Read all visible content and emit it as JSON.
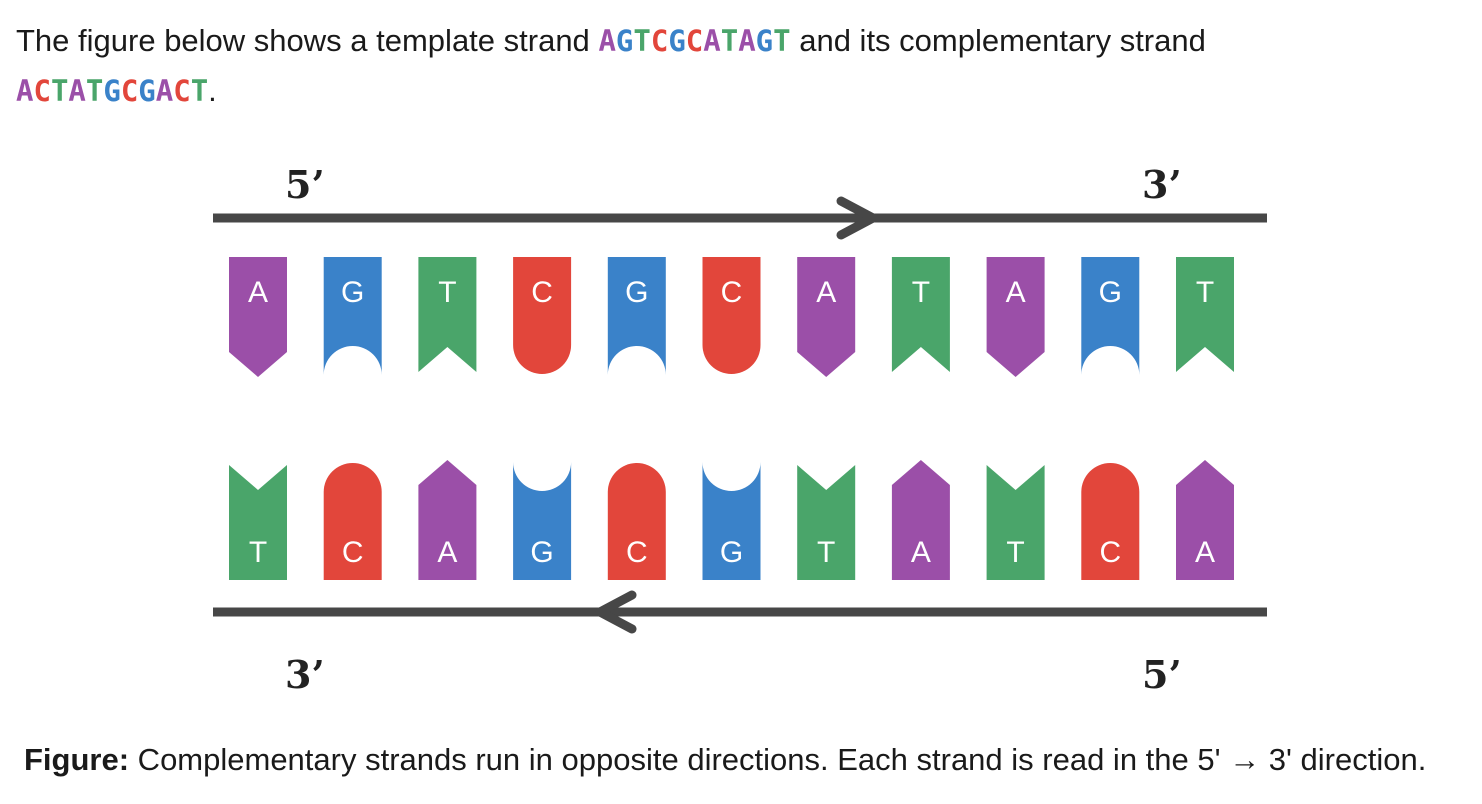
{
  "intro": {
    "part1": "The figure below shows a template strand",
    "part2": "and its complementary strand",
    "part3": ".",
    "template_sequence": "AGTCGCATAGT",
    "complement_sequence": "ACTATGCGACT"
  },
  "base_colors": {
    "A": "#9b4fa8",
    "G": "#3a82c9",
    "T": "#4aa56a",
    "C": "#e2463b"
  },
  "strand_color": "#474747",
  "diagram": {
    "top_strand": {
      "left_label": "5’",
      "right_label": "3’",
      "direction": "right",
      "bases": [
        "A",
        "G",
        "T",
        "C",
        "G",
        "C",
        "A",
        "T",
        "A",
        "G",
        "T"
      ]
    },
    "bottom_strand": {
      "left_label": "3’",
      "right_label": "5’",
      "direction": "left",
      "bases": [
        "T",
        "C",
        "A",
        "G",
        "C",
        "G",
        "T",
        "A",
        "T",
        "C",
        "A"
      ]
    }
  },
  "caption": {
    "label": "Figure:",
    "text": " Complementary strands run in opposite directions. Each strand is read in the 5' → 3' direction."
  }
}
